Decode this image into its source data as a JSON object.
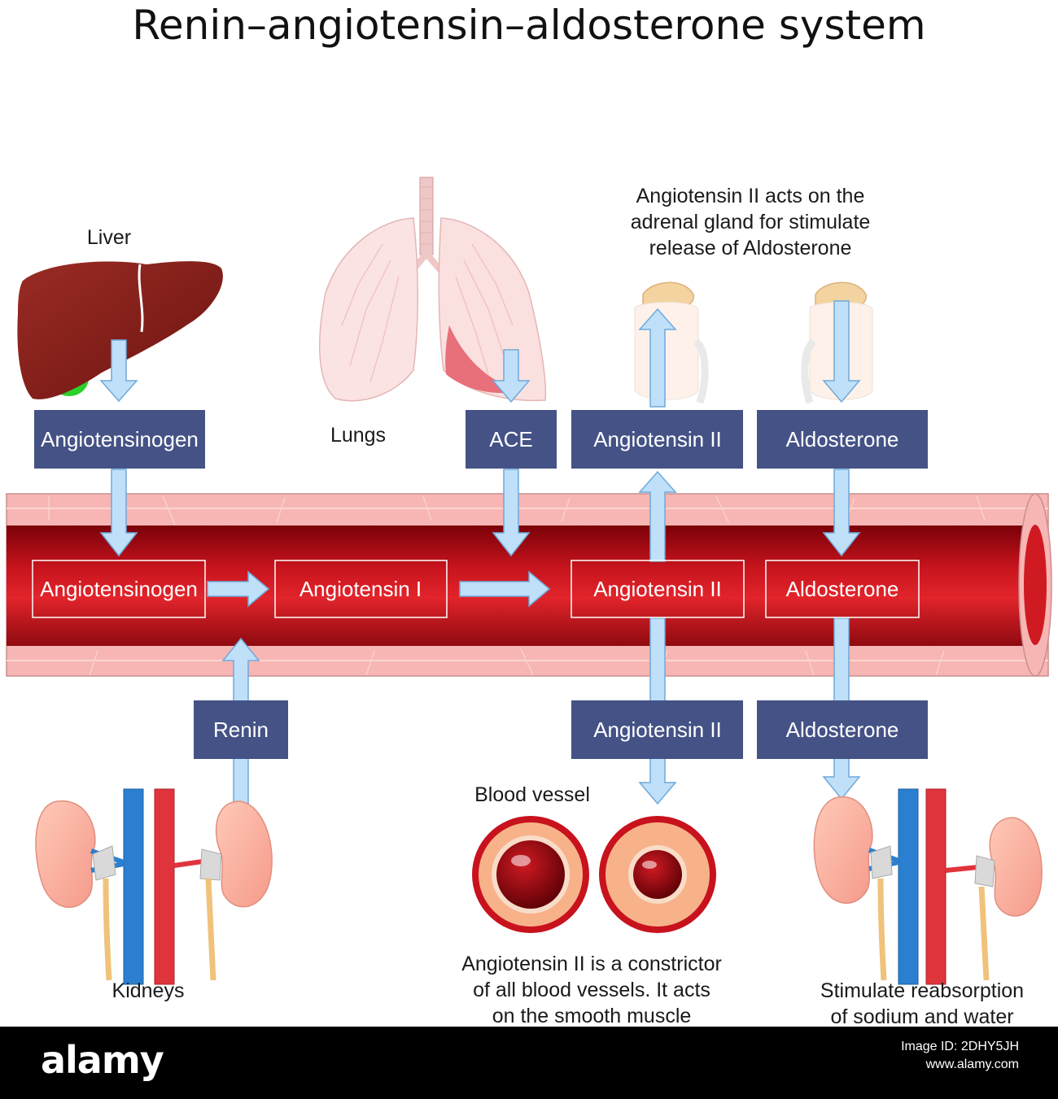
{
  "title": "Renin–angiotensin–aldosterone system",
  "organs": {
    "liver": "Liver",
    "lungs": "Lungs",
    "kidneys": "Kidneys",
    "blood_vessel": "Blood vessel"
  },
  "notes": {
    "adrenal": [
      "Angiotensin II acts on the",
      "adrenal gland for stimulate",
      "release of Aldosterone"
    ],
    "constrictor": [
      "Angiotensin II is a constrictor",
      "of all blood vessels. It acts",
      "on the smooth muscle"
    ],
    "reabsorption": [
      "Stimulate reabsorption",
      "of sodium and water"
    ]
  },
  "boxes": {
    "angiotensinogen_top": "Angiotensinogen",
    "ace": "ACE",
    "angiotensin2_top": "Angiotensin II",
    "aldosterone_top": "Aldosterone",
    "renin": "Renin",
    "angiotensin2_bottom": "Angiotensin II",
    "aldosterone_bottom": "Aldosterone"
  },
  "vessel": {
    "angiotensinogen": "Angiotensinogen",
    "angiotensin1": "Angiotensin I",
    "angiotensin2": "Angiotensin II",
    "aldosterone": "Aldosterone"
  },
  "colors": {
    "box_fill": "#445286",
    "arrow_fill": "#bfe0f8",
    "arrow_stroke": "#6fa9dc",
    "blood": "#c8121d",
    "vessel_wall": "#f7b6b3",
    "liver": "#8c2020",
    "gallbladder": "#2bd12b"
  },
  "footer": {
    "brand": "alamy",
    "image_id": "Image ID: 2DHY5JH",
    "site": "www.alamy.com"
  }
}
